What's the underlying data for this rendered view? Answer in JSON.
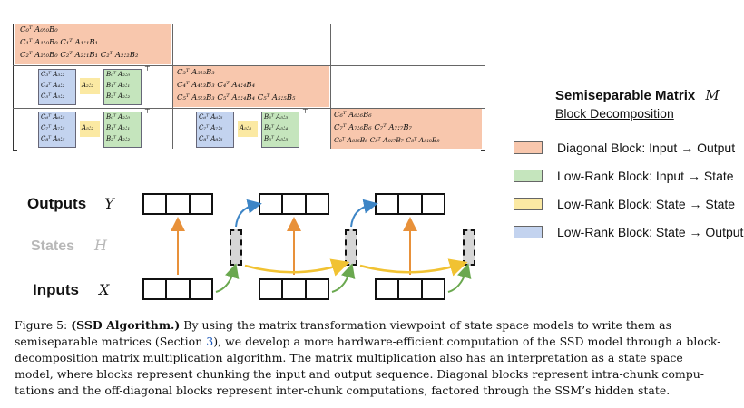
{
  "matrix": {
    "title": "Semiseparable Matrix",
    "title_var": "M",
    "subtitle": "Block Decomposition",
    "row1": [
      "C₀ᵀ A₀:₀B₀",
      "C₁ᵀ A₁:₀B₀   C₁ᵀ A₁:₁B₁",
      "C₂ᵀ A₂:₀B₀   C₂ᵀ A₂:₁B₁   C₂ᵀ A₂:₂B₂"
    ],
    "row2_c": [
      "C₃ᵀ A₃:₂",
      "C₄ᵀ A₄:₂",
      "C₅ᵀ A₅:₂"
    ],
    "row2_a": "A₂:₂",
    "row2_b": [
      "B₀ᵀ A₂:₀",
      "B₁ᵀ A₂:₁",
      "B₂ᵀ A₂:₂"
    ],
    "row2_diag": [
      "C₃ᵀ A₃:₃B₃",
      "C₄ᵀ A₄:₃B₃   C₄ᵀ A₄:₄B₄",
      "C₅ᵀ A₅:₃B₃   C₅ᵀ A₅:₄B₄   C₅ᵀ A₅:₅B₅"
    ],
    "row3_c1": [
      "C₆ᵀ A₆:₅",
      "C₇ᵀ A₇:₅",
      "C₈ᵀ A₈:₅"
    ],
    "row3_a1": "A₅:₂",
    "row3_b1": [
      "B₀ᵀ A₂:₀",
      "B₁ᵀ A₂:₁",
      "B₂ᵀ A₂:₂"
    ],
    "row3_c2": [
      "C₆ᵀ A₆:₅",
      "C₇ᵀ A₇:₅",
      "C₈ᵀ A₈:₅"
    ],
    "row3_a2": "A₅:₅",
    "row3_b2": [
      "B₃ᵀ A₅:₃",
      "B₄ᵀ A₅:₄",
      "B₅ᵀ A₅:₅"
    ],
    "row3_diag": [
      "C₆ᵀ A₆:₆B₆",
      "C₇ᵀ A₇:₆B₆   C₇ᵀ A₇:₇B₇",
      "C₈ᵀ A₈:₆B₆   C₈ᵀ A₈:₇B₇   C₈ᵀ A₈:₈B₈"
    ],
    "transpose": "⊤"
  },
  "legend": [
    {
      "label": "Diagonal Block: Input → Output",
      "color": "#f8c7ad"
    },
    {
      "label": "Low-Rank Block: Input → State",
      "color": "#c5e5bd"
    },
    {
      "label": "Low-Rank Block: State → State",
      "color": "#fbe9a3"
    },
    {
      "label": "Low-Rank Block: State → Output",
      "color": "#c3d3ef"
    }
  ],
  "rows": {
    "outputs": {
      "label": "Outputs",
      "var": "Y"
    },
    "states": {
      "label": "States",
      "var": "H"
    },
    "inputs": {
      "label": "Inputs",
      "var": "X"
    }
  },
  "arrow_colors": {
    "orange": "#e8913a",
    "green": "#6aa84f",
    "yellow": "#f1c232",
    "blue": "#3d85c6"
  },
  "caption": {
    "fig": "Figure 5:",
    "title": "(SSD Algorithm.)",
    "l1": " By using the matrix transformation viewpoint of state space models to write them as",
    "l2a": "semiseparable matrices (Section ",
    "l2ref": "3",
    "l2b": "), we develop a more hardware-efficient computation of the SSD model through a block-",
    "l3": "decomposition matrix multiplication algorithm.  The matrix multiplication also has an interpretation as a state space",
    "l4": "model, where blocks represent chunking the input and output sequence. Diagonal blocks represent intra-chunk compu-",
    "l5": "tations and the off-diagonal blocks represent inter-chunk computations, factored through the SSM’s hidden state."
  }
}
